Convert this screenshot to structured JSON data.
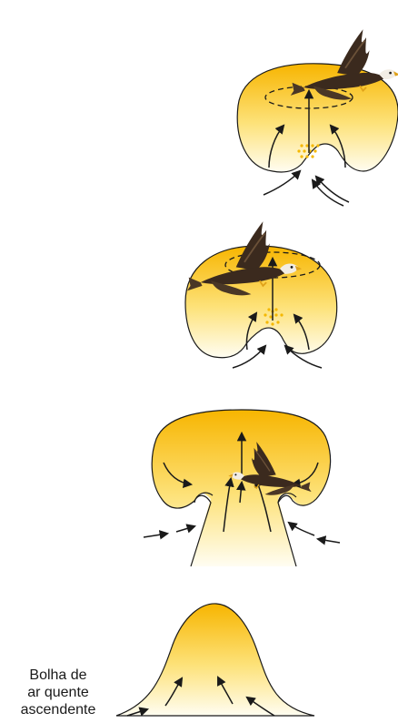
{
  "caption": {
    "lines": [
      "Bolha de",
      "ar quente",
      "ascendente"
    ]
  },
  "colors": {
    "warm_top": "#F7B500",
    "warm_mid": "#FDE27A",
    "warm_bottom": "#FFFDF2",
    "stroke": "#1a1a1a",
    "bird_dark": "#3b2a1e",
    "bird_light": "#f2ede4"
  },
  "stages": [
    {
      "stage": "bubble-rising"
    },
    {
      "stage": "mushroom-forming"
    },
    {
      "stage": "thermal-ring-with-eagle"
    },
    {
      "stage": "detached-thermal-with-eagle"
    }
  ]
}
